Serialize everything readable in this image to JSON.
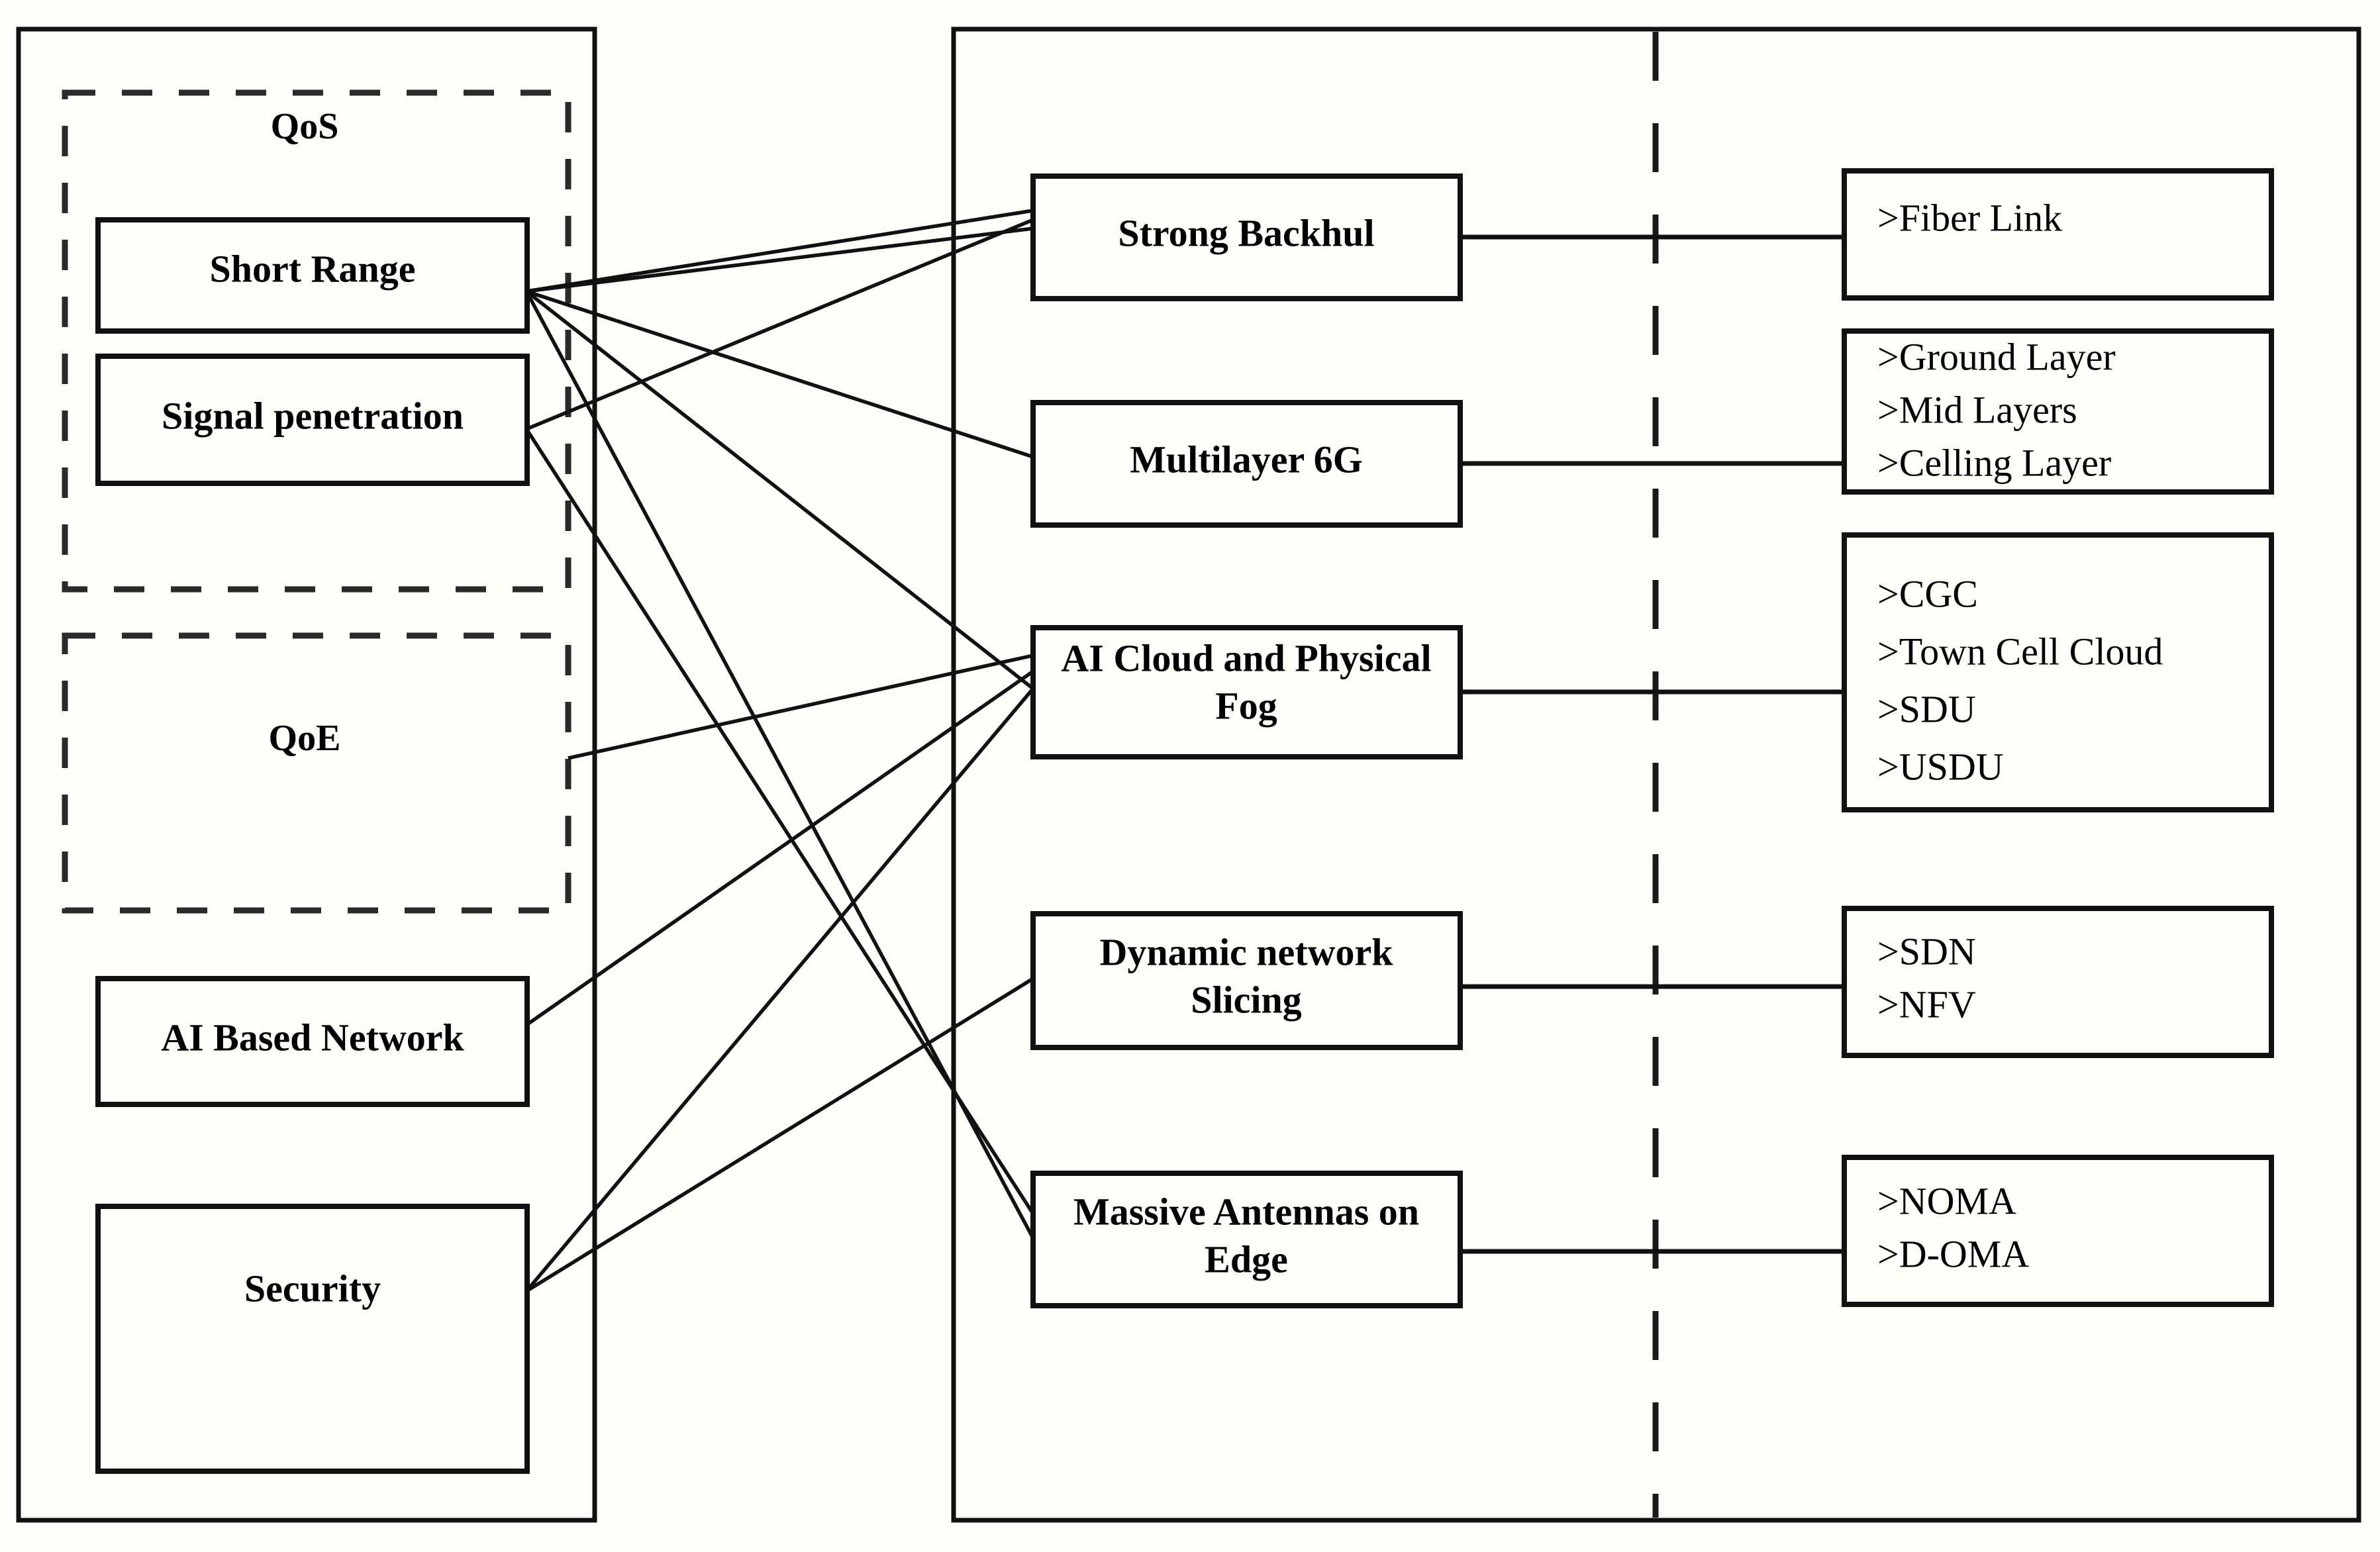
{
  "diagram": {
    "title_groups": {
      "qos": "QoS",
      "qoe": "QoE"
    },
    "left_column": {
      "items": [
        {
          "label": "Short Range"
        },
        {
          "label": "Signal penetration"
        },
        {
          "label": "AI Based Network"
        },
        {
          "label": "Security"
        }
      ]
    },
    "middle_column": {
      "items": [
        {
          "label": "Strong Backhul"
        },
        {
          "label": "Multilayer 6G"
        },
        {
          "label_line1": "AI Cloud and Physical",
          "label_line2": "Fog"
        },
        {
          "label_line1": "Dynamic network",
          "label_line2": "Slicing"
        },
        {
          "label_line1": "Massive Antennas on",
          "label_line2": "Edge"
        }
      ]
    },
    "right_column": {
      "items": [
        {
          "lines": [
            ">Fiber Link"
          ]
        },
        {
          "lines": [
            ">Ground Layer",
            ">Mid  Layers",
            ">Celling Layer"
          ]
        },
        {
          "lines": [
            ">CGC",
            ">Town Cell Cloud",
            ">SDU",
            ">USDU"
          ]
        },
        {
          "lines": [
            ">SDN",
            ">NFV"
          ]
        },
        {
          "lines": [
            ">NOMA",
            ">D-OMA"
          ]
        }
      ]
    },
    "colors": {
      "stroke": "#111111",
      "background": "#fffefb",
      "dashed": "#2a2a2a"
    }
  }
}
